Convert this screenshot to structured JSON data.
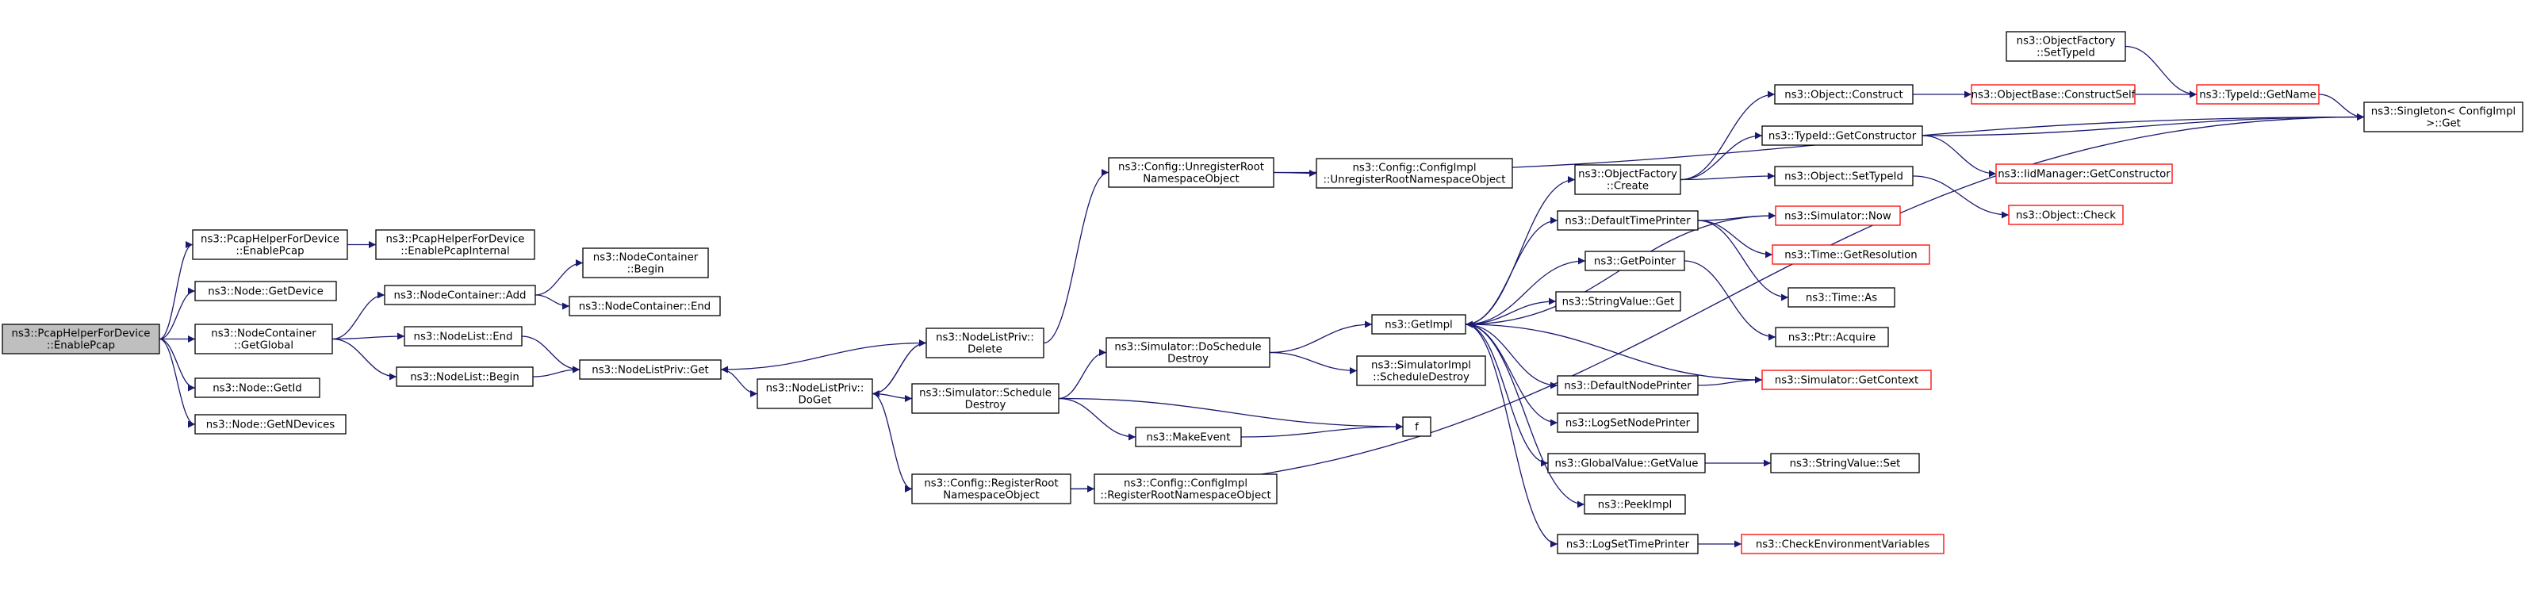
{
  "colors": {
    "edge": "#191970",
    "node_border": "#000000",
    "node_fill": "#ffffff",
    "root_fill": "#bfbfbf",
    "missing_border": "#ff0000"
  },
  "graph": {
    "nodes": [
      {
        "id": "root",
        "lines": [
          "ns3::PcapHelperForDevice",
          "::EnablePcap"
        ],
        "root": true
      },
      {
        "id": "phd_enable",
        "lines": [
          "ns3::PcapHelperForDevice",
          "::EnablePcap"
        ]
      },
      {
        "id": "phd_internal",
        "lines": [
          "ns3::PcapHelperForDevice",
          "::EnablePcapInternal"
        ]
      },
      {
        "id": "node_getdevice",
        "lines": [
          "ns3::Node::GetDevice"
        ]
      },
      {
        "id": "nc_getglobal",
        "lines": [
          "ns3::NodeContainer",
          "::GetGlobal"
        ]
      },
      {
        "id": "node_getid",
        "lines": [
          "ns3::Node::GetId"
        ]
      },
      {
        "id": "node_getndevices",
        "lines": [
          "ns3::Node::GetNDevices"
        ]
      },
      {
        "id": "nc_add",
        "lines": [
          "ns3::NodeContainer::Add"
        ]
      },
      {
        "id": "nc_begin",
        "lines": [
          "ns3::NodeContainer",
          "::Begin"
        ]
      },
      {
        "id": "nc_end",
        "lines": [
          "ns3::NodeContainer::End"
        ]
      },
      {
        "id": "nl_end",
        "lines": [
          "ns3::NodeList::End"
        ]
      },
      {
        "id": "nl_begin",
        "lines": [
          "ns3::NodeList::Begin"
        ]
      },
      {
        "id": "nlp_get",
        "lines": [
          "ns3::NodeListPriv::Get"
        ]
      },
      {
        "id": "nlp_doget",
        "lines": [
          "ns3::NodeListPriv::",
          "DoGet"
        ]
      },
      {
        "id": "nlp_delete",
        "lines": [
          "ns3::NodeListPriv::",
          "Delete"
        ]
      },
      {
        "id": "cfg_unreg",
        "lines": [
          "ns3::Config::UnregisterRoot",
          "NamespaceObject"
        ]
      },
      {
        "id": "cfgimpl_unreg",
        "lines": [
          "ns3::Config::ConfigImpl",
          "::UnregisterRootNamespaceObject"
        ]
      },
      {
        "id": "sim_sched",
        "lines": [
          "ns3::Simulator::Schedule",
          "Destroy"
        ]
      },
      {
        "id": "sim_dosched",
        "lines": [
          "ns3::Simulator::DoSchedule",
          "Destroy"
        ]
      },
      {
        "id": "simimpl_sched",
        "lines": [
          "ns3::SimulatorImpl",
          "::ScheduleDestroy"
        ]
      },
      {
        "id": "makeevent",
        "lines": [
          "ns3::MakeEvent"
        ]
      },
      {
        "id": "f",
        "lines": [
          "f"
        ]
      },
      {
        "id": "cfg_reg",
        "lines": [
          "ns3::Config::RegisterRoot",
          "NamespaceObject"
        ]
      },
      {
        "id": "cfgimpl_reg",
        "lines": [
          "ns3::Config::ConfigImpl",
          "::RegisterRootNamespaceObject"
        ]
      },
      {
        "id": "getimpl",
        "lines": [
          "ns3::GetImpl"
        ]
      },
      {
        "id": "of_create",
        "lines": [
          "ns3::ObjectFactory",
          "::Create"
        ]
      },
      {
        "id": "of_settypeid",
        "lines": [
          "ns3::ObjectFactory",
          "::SetTypeId"
        ]
      },
      {
        "id": "obj_construct",
        "lines": [
          "ns3::Object::Construct"
        ]
      },
      {
        "id": "objbase_cs",
        "lines": [
          "ns3::ObjectBase::ConstructSelf"
        ],
        "missing": true
      },
      {
        "id": "typeid_getname",
        "lines": [
          "ns3::TypeId::GetName"
        ],
        "missing": true
      },
      {
        "id": "singleton_get",
        "lines": [
          "ns3::Singleton< ConfigImpl",
          " >::Get"
        ]
      },
      {
        "id": "typeid_getctor",
        "lines": [
          "ns3::TypeId::GetConstructor"
        ]
      },
      {
        "id": "iid_getctor",
        "lines": [
          "ns3::IidManager::GetConstructor"
        ],
        "missing": true
      },
      {
        "id": "obj_settypeid",
        "lines": [
          "ns3::Object::SetTypeId"
        ]
      },
      {
        "id": "obj_check",
        "lines": [
          "ns3::Object::Check"
        ],
        "missing": true
      },
      {
        "id": "dtp",
        "lines": [
          "ns3::DefaultTimePrinter"
        ]
      },
      {
        "id": "sim_now",
        "lines": [
          "ns3::Simulator::Now"
        ],
        "missing": true
      },
      {
        "id": "time_getres",
        "lines": [
          "ns3::Time::GetResolution"
        ],
        "missing": true
      },
      {
        "id": "time_as",
        "lines": [
          "ns3::Time::As"
        ]
      },
      {
        "id": "getpointer",
        "lines": [
          "ns3::GetPointer"
        ]
      },
      {
        "id": "ptr_acquire",
        "lines": [
          "ns3::Ptr::Acquire"
        ]
      },
      {
        "id": "sv_get",
        "lines": [
          "ns3::StringValue::Get"
        ]
      },
      {
        "id": "dnp",
        "lines": [
          "ns3::DefaultNodePrinter"
        ]
      },
      {
        "id": "sim_getctx",
        "lines": [
          "ns3::Simulator::GetContext"
        ],
        "missing": true
      },
      {
        "id": "logsetnode",
        "lines": [
          "ns3::LogSetNodePrinter"
        ]
      },
      {
        "id": "gv_getvalue",
        "lines": [
          "ns3::GlobalValue::GetValue"
        ]
      },
      {
        "id": "sv_set",
        "lines": [
          "ns3::StringValue::Set"
        ]
      },
      {
        "id": "peekimpl",
        "lines": [
          "ns3::PeekImpl"
        ]
      },
      {
        "id": "logsettime",
        "lines": [
          "ns3::LogSetTimePrinter"
        ]
      },
      {
        "id": "checkenv",
        "lines": [
          "ns3::CheckEnvironmentVariables"
        ],
        "missing": true
      }
    ],
    "edges": [
      [
        "root",
        "phd_enable"
      ],
      [
        "root",
        "node_getdevice"
      ],
      [
        "root",
        "nc_getglobal"
      ],
      [
        "root",
        "node_getid"
      ],
      [
        "root",
        "node_getndevices"
      ],
      [
        "phd_enable",
        "phd_internal"
      ],
      [
        "nc_getglobal",
        "nc_add"
      ],
      [
        "nc_getglobal",
        "nl_end"
      ],
      [
        "nc_getglobal",
        "nl_begin"
      ],
      [
        "nc_add",
        "nc_begin"
      ],
      [
        "nc_add",
        "nc_end"
      ],
      [
        "nl_end",
        "nlp_get"
      ],
      [
        "nl_begin",
        "nlp_get"
      ],
      [
        "nlp_get",
        "nlp_doget"
      ],
      [
        "nlp_delete",
        "nlp_get"
      ],
      [
        "nlp_doget",
        "nlp_delete"
      ],
      [
        "nlp_delete",
        "nlp_doget"
      ],
      [
        "nlp_doget",
        "sim_sched"
      ],
      [
        "nlp_doget",
        "cfg_reg"
      ],
      [
        "nlp_delete",
        "cfg_unreg"
      ],
      [
        "cfg_unreg",
        "cfgimpl_unreg"
      ],
      [
        "cfg_unreg",
        "singleton_get"
      ],
      [
        "sim_sched",
        "sim_dosched"
      ],
      [
        "sim_sched",
        "makeevent"
      ],
      [
        "sim_sched",
        "f"
      ],
      [
        "makeevent",
        "f"
      ],
      [
        "sim_dosched",
        "getimpl"
      ],
      [
        "sim_dosched",
        "simimpl_sched"
      ],
      [
        "cfg_reg",
        "cfgimpl_reg"
      ],
      [
        "cfg_reg",
        "singleton_get"
      ],
      [
        "getimpl",
        "of_create"
      ],
      [
        "getimpl",
        "dtp"
      ],
      [
        "getimpl",
        "sim_now"
      ],
      [
        "getimpl",
        "getpointer"
      ],
      [
        "getimpl",
        "sv_get"
      ],
      [
        "getimpl",
        "dnp"
      ],
      [
        "getimpl",
        "logsetnode"
      ],
      [
        "getimpl",
        "gv_getvalue"
      ],
      [
        "getimpl",
        "peekimpl"
      ],
      [
        "getimpl",
        "logsettime"
      ],
      [
        "sim_getctx",
        "getimpl"
      ],
      [
        "of_create",
        "obj_construct"
      ],
      [
        "of_create",
        "typeid_getctor"
      ],
      [
        "of_create",
        "obj_settypeid"
      ],
      [
        "obj_construct",
        "objbase_cs"
      ],
      [
        "objbase_cs",
        "typeid_getname"
      ],
      [
        "of_settypeid",
        "typeid_getname"
      ],
      [
        "typeid_getname",
        "singleton_get"
      ],
      [
        "typeid_getctor",
        "singleton_get"
      ],
      [
        "typeid_getctor",
        "iid_getctor"
      ],
      [
        "obj_settypeid",
        "obj_check"
      ],
      [
        "dtp",
        "sim_now"
      ],
      [
        "dtp",
        "time_getres"
      ],
      [
        "dtp",
        "time_as"
      ],
      [
        "getpointer",
        "ptr_acquire"
      ],
      [
        "dnp",
        "sim_getctx"
      ],
      [
        "gv_getvalue",
        "sv_set"
      ],
      [
        "logsettime",
        "checkenv"
      ]
    ]
  }
}
